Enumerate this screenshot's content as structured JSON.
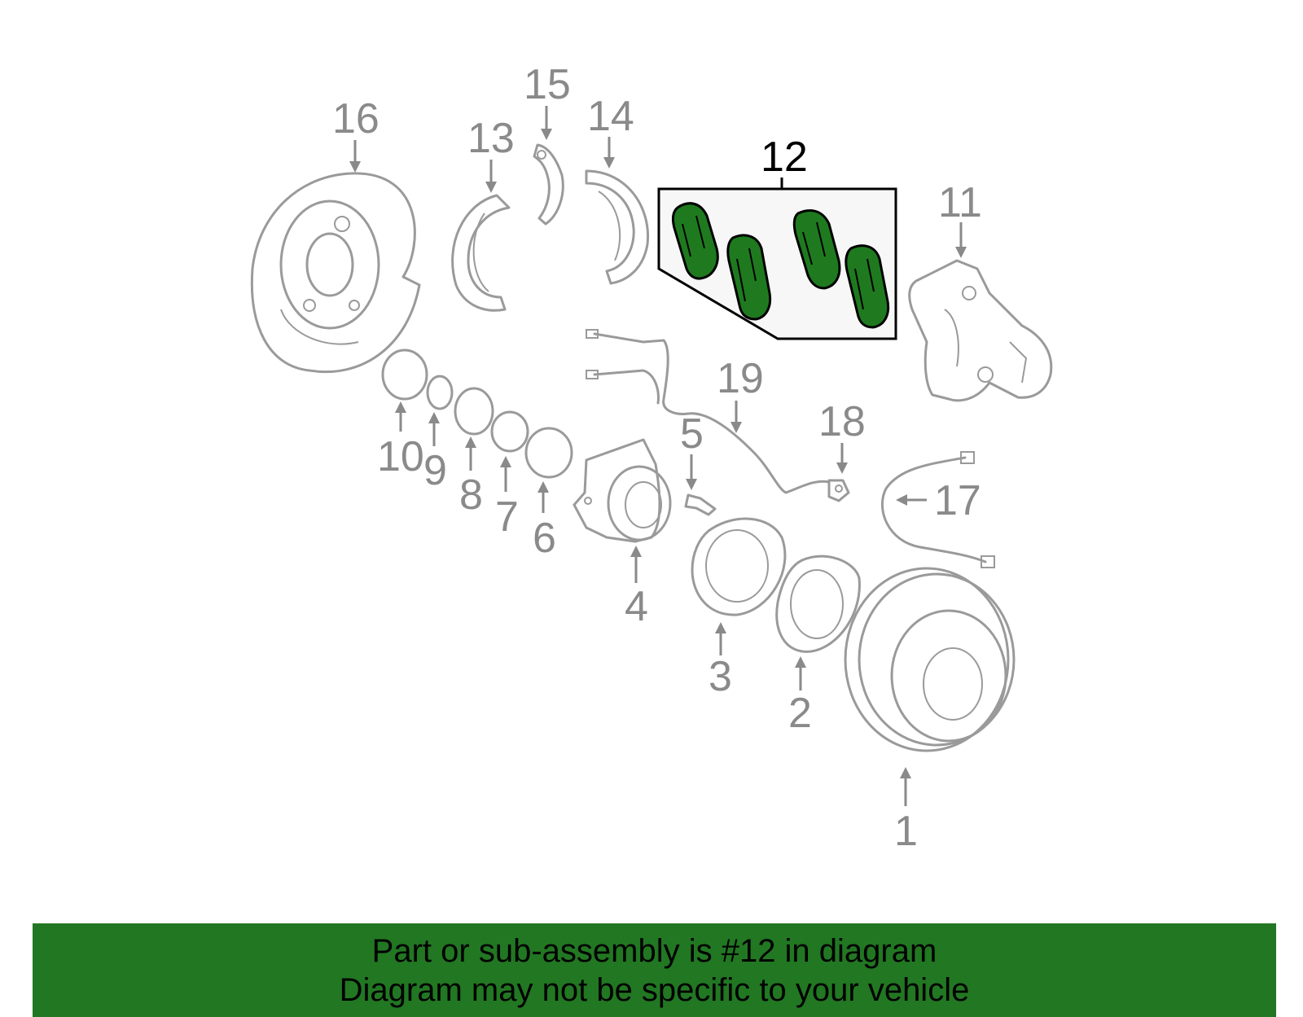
{
  "diagram": {
    "highlighted_callout": "12",
    "callouts": [
      "1",
      "2",
      "3",
      "4",
      "5",
      "6",
      "7",
      "8",
      "9",
      "10",
      "11",
      "12",
      "13",
      "14",
      "15",
      "16",
      "17",
      "18",
      "19"
    ],
    "highlight_color": "#1f7a1f",
    "part_color": "#9a9a9a"
  },
  "banner": {
    "line1": "Part or sub-assembly is #12 in diagram",
    "line2": "Diagram may not be specific to your vehicle",
    "background": "#227722"
  }
}
